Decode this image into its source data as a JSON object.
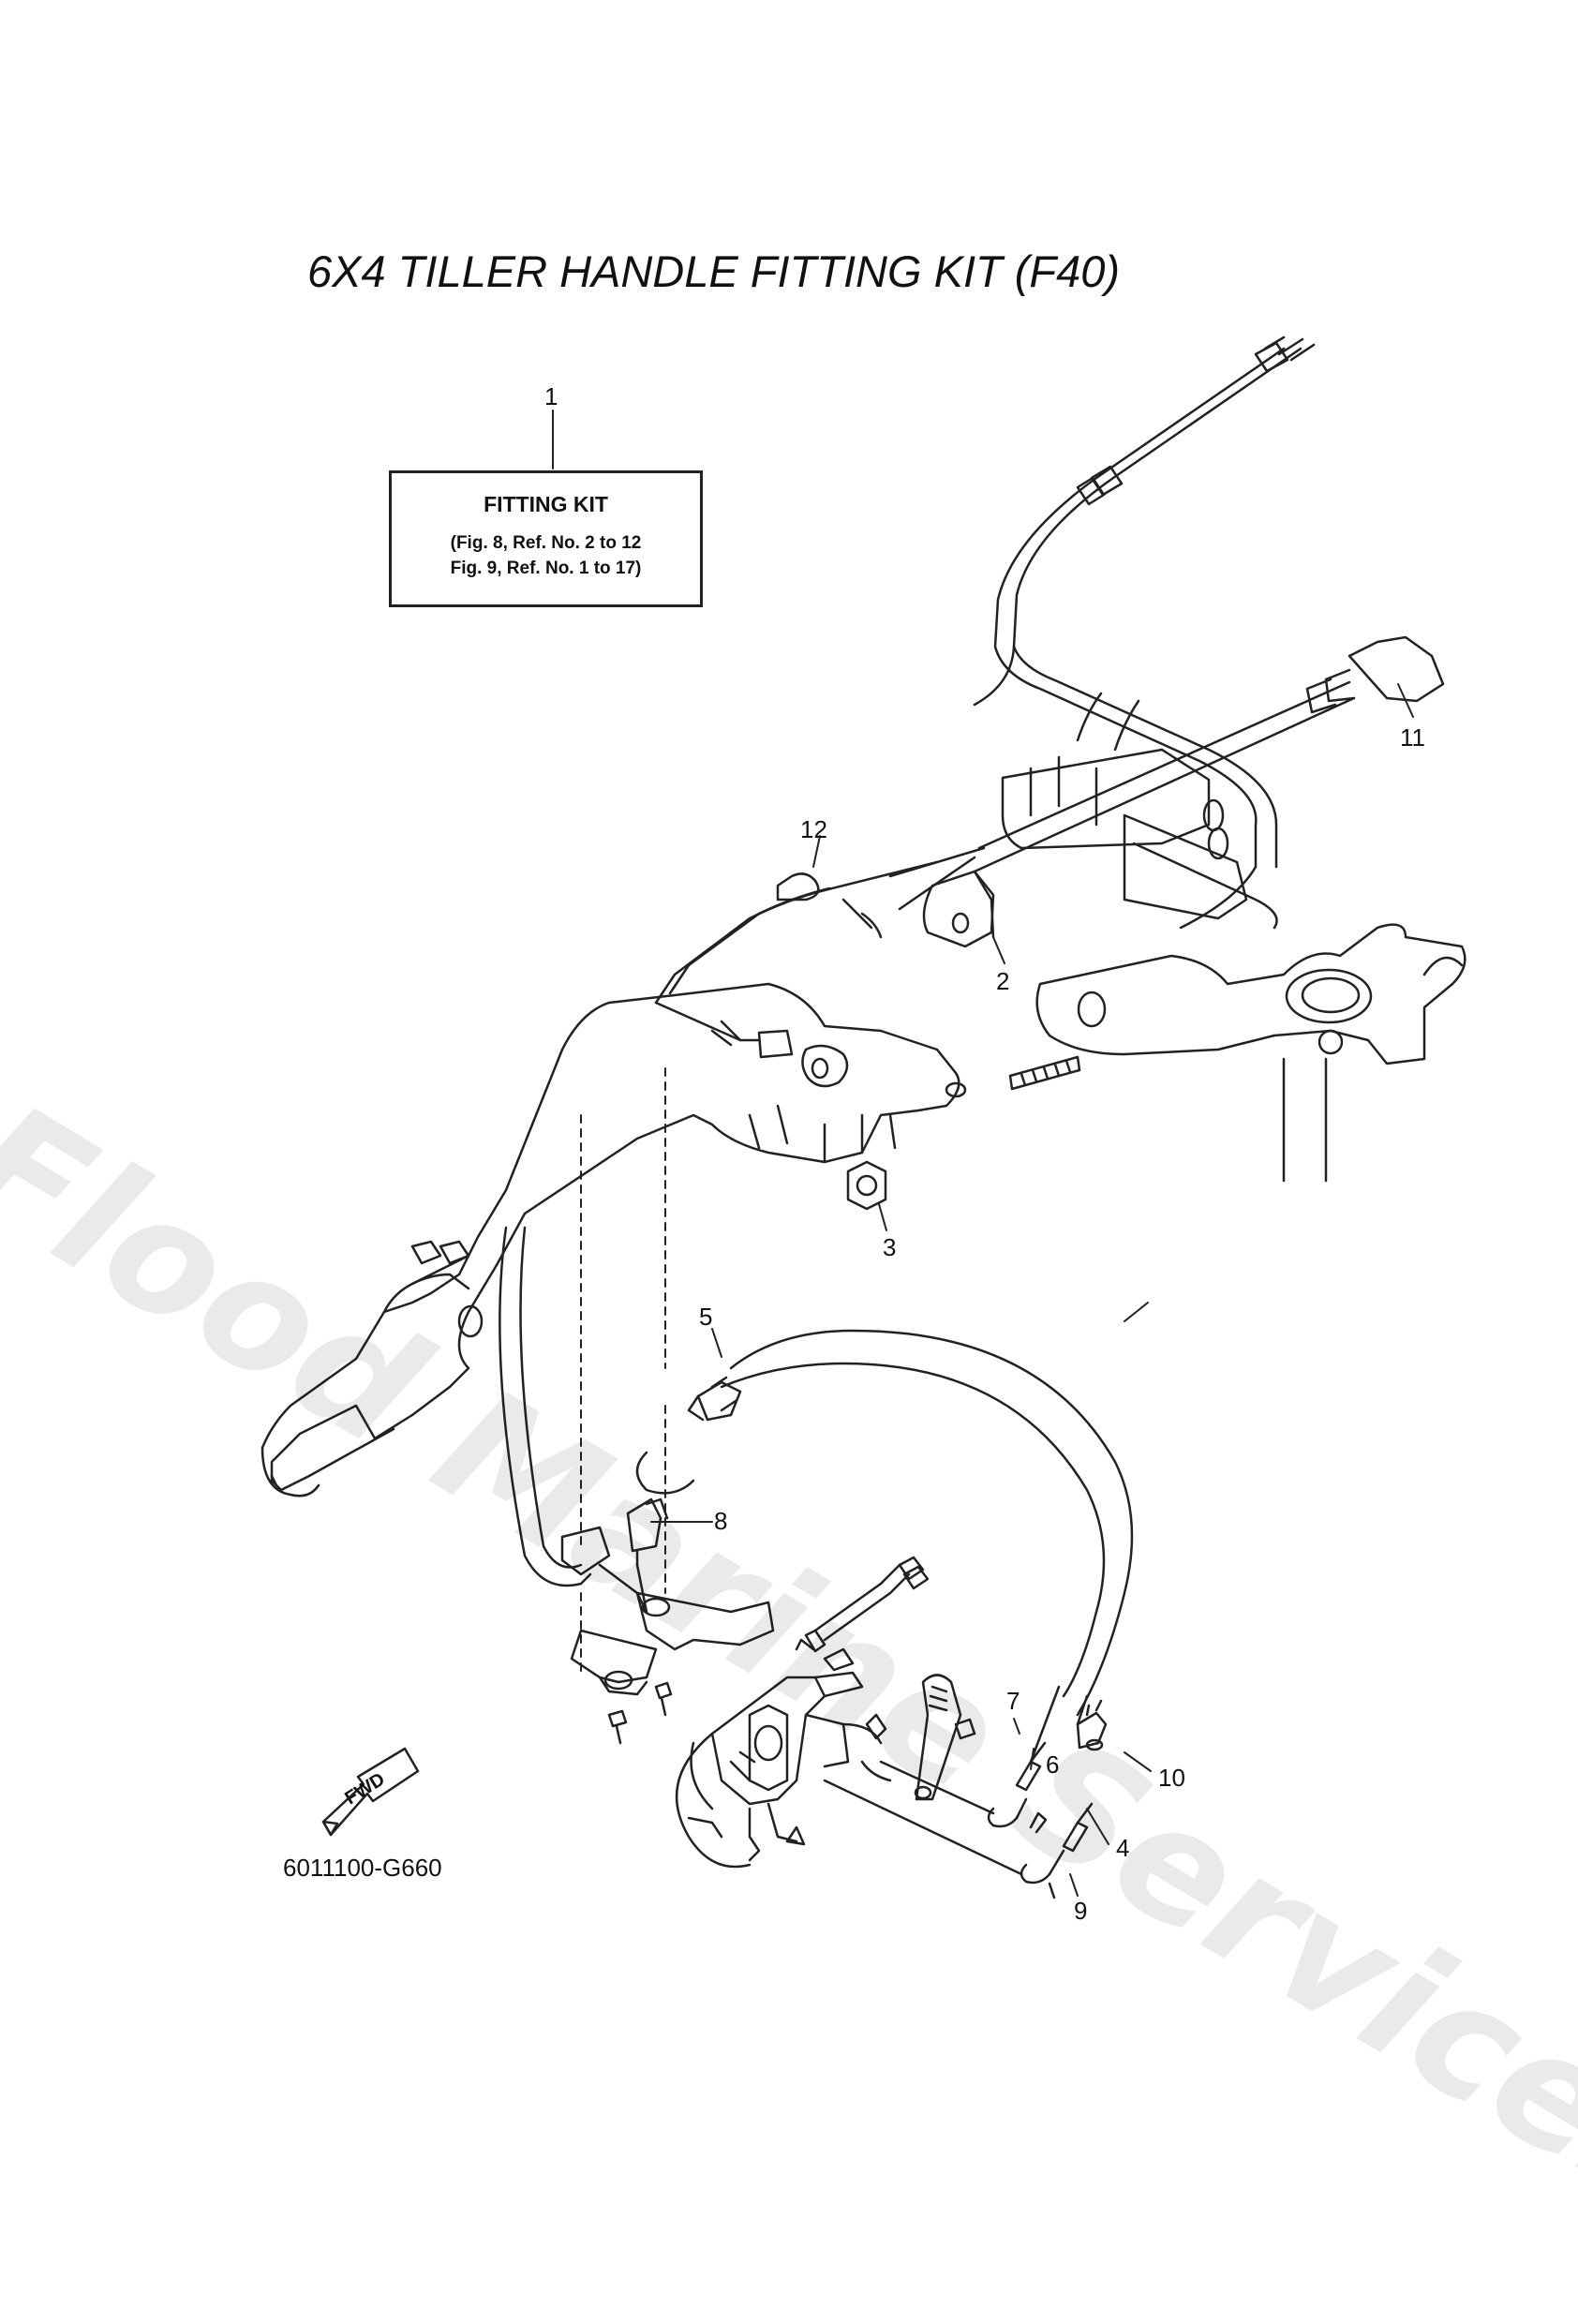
{
  "title": "6X4 TILLER HANDLE FITTING KIT (F40)",
  "kit_box": {
    "heading": "FITTING KIT",
    "line1": "(Fig. 8, Ref. No. 2 to 12",
    "line2": "Fig. 9, Ref. No. 1 to 17)"
  },
  "callouts": [
    "1",
    "2",
    "3",
    "4",
    "5",
    "6",
    "7",
    "8",
    "9",
    "10",
    "11",
    "12"
  ],
  "fwd_label": "FWD",
  "diagram_code": "6011100-G660",
  "watermark": "Flood Marine Services",
  "colors": {
    "line": "#222222",
    "watermark": "#c8c8c8"
  }
}
